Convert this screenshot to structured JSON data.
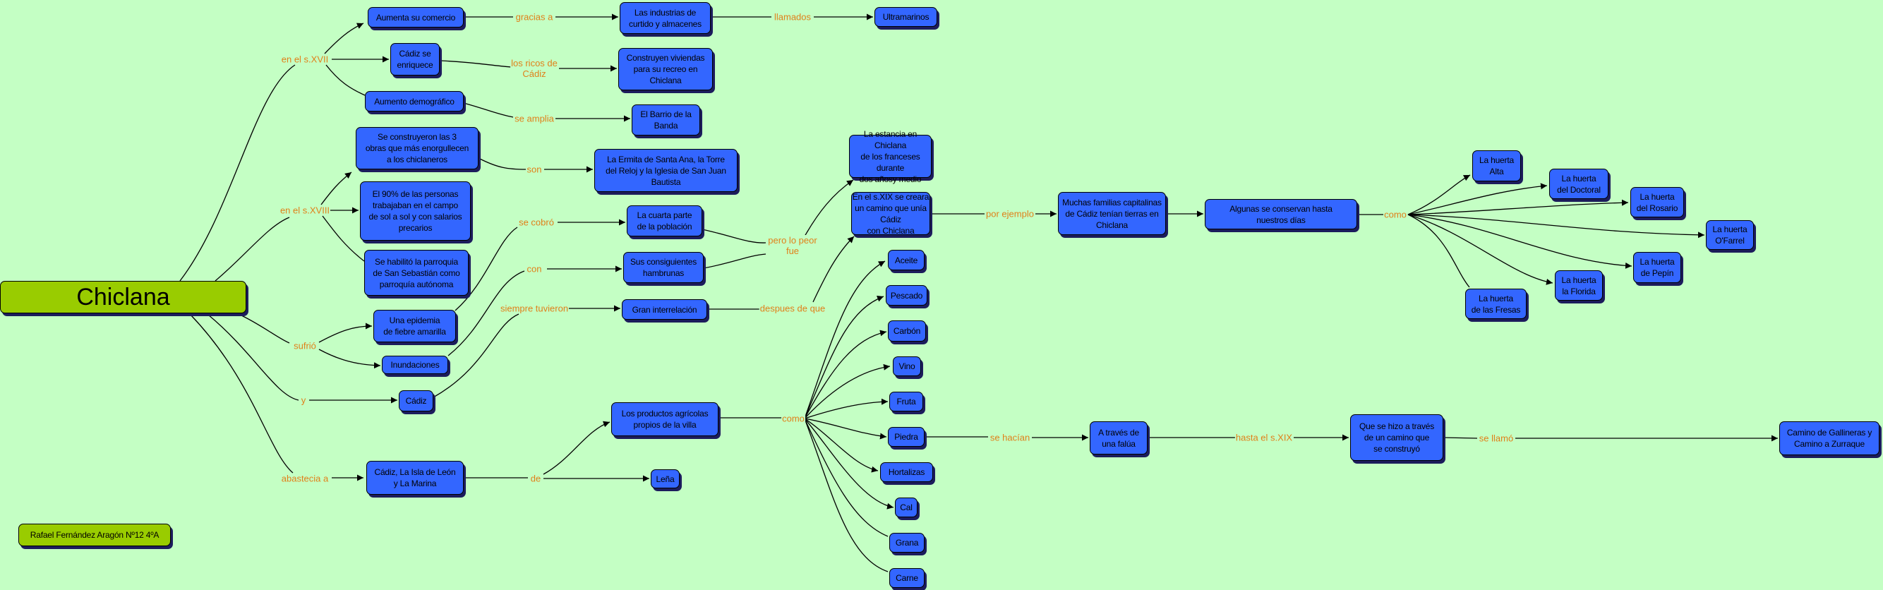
{
  "colors": {
    "background": "#c4ffc4",
    "concept": "#3366ff",
    "root": "#99cc00",
    "link_label": "#e0801a"
  },
  "nodes": {
    "chiclana": "Chiclana",
    "author": "Rafael Fernández Aragón Nº12 4ºA",
    "c1": "Aumenta su comercio",
    "c2": "Las industrias de\ncurtido y almacenes",
    "c3": "Ultramarinos",
    "c4": "Cádiz se\nenriquece",
    "c5": "Construyen viviendas\npara su recreo en\nChiclana",
    "c6": "Aumento demográfico",
    "c7": "El Barrio de la\nBanda",
    "c8": "Se construyeron las 3\nobras que más enorgullecen\na los chiclaneros",
    "c9": "La Ermita de Santa Ana, la Torre\ndel Reloj y la Iglesia de San Juan\nBautista",
    "c10": "El 90% de las personas\ntrabajaban en el campo\nde sol a sol y con salarios\nprecarios",
    "c11": "Se habilitó la parroquia\nde San Sebastián como\nparroquía autónoma",
    "c12": "La cuarta parte\nde la población",
    "c13": "Sus consiguientes\nhambrunas",
    "c14": "La estancia en Chiclana\nde los franceses durante\ndos añosy medio",
    "c15": "En el s.XIX se creara\nun camino que unía Cádiz\ncon Chiclana",
    "c16": "Muchas familias capitalinas\nde Cádiz tenían tierras en\nChiclana",
    "c17": "Algunas se conservan hasta\nnuestros días",
    "h1": "La huerta\nAlta",
    "h2": "La huerta\ndel Doctoral",
    "h3": "La huerta\ndel Rosario",
    "h4": "La huerta\nO'Farrel",
    "h5": "La huerta\nde Pepín",
    "h6": "La huerta\nla Florida",
    "h7": "La huerta\nde las Fresas",
    "c18": "Una epidemia\nde fiebre amarilla",
    "c19": "Inundaciones",
    "c20": "Gran interrelación",
    "c21": "Cádiz",
    "c22": "Cádiz, La Isla de León\ny La Marina",
    "c23": "Los productos agrícolas\npropios de la villa",
    "c24": "Leña",
    "p1": "Aceite",
    "p2": "Pescado",
    "p3": "Carbón",
    "p4": "Vino",
    "p5": "Fruta",
    "p6": "Piedra",
    "p7": "Hortalizas",
    "p8": "Cal",
    "p9": "Grana",
    "p10": "Carne",
    "c25": "A través de\nuna falúa",
    "c26": "Que se hizo a través\nde un camino que\nse construyó",
    "c27": "Camino de Gallineras y\nCamino a Zurraque"
  },
  "links": {
    "l1": "en el s.XVII",
    "l2": "gracias a",
    "l3": "llamados",
    "l4": "los ricos de\nCádiz",
    "l5": "se amplia",
    "l6": "son",
    "l7": "en el s.XVIII",
    "l8": "se cobró",
    "l9": "con",
    "l10": "pero lo peor\nfue",
    "l11": "siempre tuvieron",
    "l12": "despues de que",
    "l13": "sufrió",
    "l14": "y",
    "l15": "abastecia a",
    "l16": "de",
    "l17": "como",
    "l18": "se hacían",
    "l19": "hasta el s.XIX",
    "l20": "se llamó",
    "l21": "por ejemplo",
    "l22": "como"
  }
}
